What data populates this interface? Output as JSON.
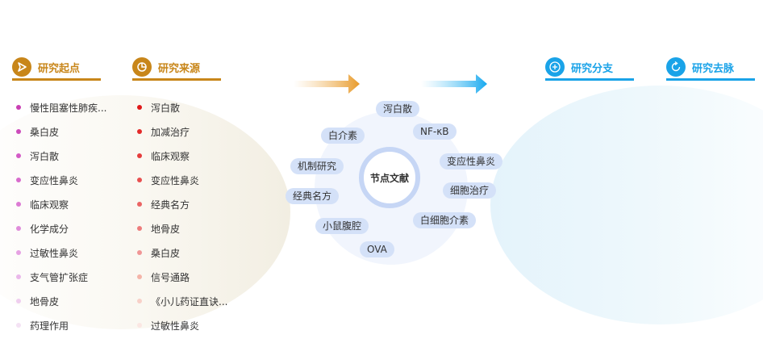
{
  "sections": {
    "start": {
      "title": "研究起点",
      "color": "#c8861a",
      "icon": "play-triangle-icon",
      "items": [
        "慢性阻塞性肺疾...",
        "桑白皮",
        "泻白散",
        "变应性鼻炎",
        "临床观察",
        "化学成分",
        "过敏性鼻炎",
        "支气管扩张症",
        "地骨皮",
        "药理作用"
      ],
      "dot_colors": [
        "#c93fb3",
        "#cc4bbb",
        "#d35bc6",
        "#d86ccd",
        "#dc7bd4",
        "#e08ddb",
        "#e6a2e3",
        "#eab8ea",
        "#efceef",
        "#f4e2f4"
      ]
    },
    "source": {
      "title": "研究来源",
      "color": "#c8861a",
      "icon": "pie-chart-icon",
      "items": [
        "泻白散",
        "加减治疗",
        "临床观察",
        "变应性鼻炎",
        "经典名方",
        "地骨皮",
        "桑白皮",
        "信号通路",
        "《小儿药证直诀...",
        "过敏性鼻炎"
      ],
      "dot_colors": [
        "#e01919",
        "#e32a2a",
        "#e53c3c",
        "#e85050",
        "#ea6464",
        "#ed7c7c",
        "#f09696",
        "#f4b4a8",
        "#f8d0c8",
        "#fbe6e2"
      ]
    },
    "branch": {
      "title": "研究分支",
      "color": "#1aa3e8",
      "icon": "plus-circle-icon"
    },
    "trend": {
      "title": "研究去脉",
      "color": "#1aa3e8",
      "icon": "refresh-icon"
    }
  },
  "center": {
    "label": "节点文献",
    "nodes": [
      "泻白散",
      "NF-κB",
      "白介素",
      "机制研究",
      "变应性鼻炎",
      "经典名方",
      "细胞治疗",
      "小鼠腹腔",
      "白细胞介素",
      "OVA"
    ]
  },
  "colors": {
    "orange_accent": "#c8861a",
    "blue_accent": "#1aa3e8",
    "pill_bg": "#d4e1f8"
  }
}
